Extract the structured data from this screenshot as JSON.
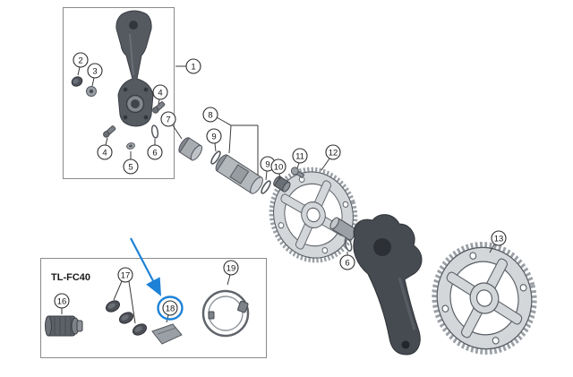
{
  "figure": {
    "kind": "exploded-parts-diagram",
    "product_label": "TL-FC40",
    "callouts": [
      "1",
      "2",
      "3",
      "4",
      "4",
      "5",
      "6",
      "7",
      "8",
      "9",
      "9",
      "10",
      "11",
      "12",
      "6",
      "13",
      "16",
      "17",
      "18",
      "19"
    ],
    "highlight": {
      "part_number": "18",
      "color": "#1d82d6"
    }
  },
  "colors": {
    "background": "#ffffff",
    "outline": "#3a3a3a",
    "box_border": "#8a8a8a",
    "part_dark": "#4e535a",
    "part_mid": "#8d9298",
    "part_light": "#c9cdd1",
    "highlight_blue": "#1d82d6"
  }
}
